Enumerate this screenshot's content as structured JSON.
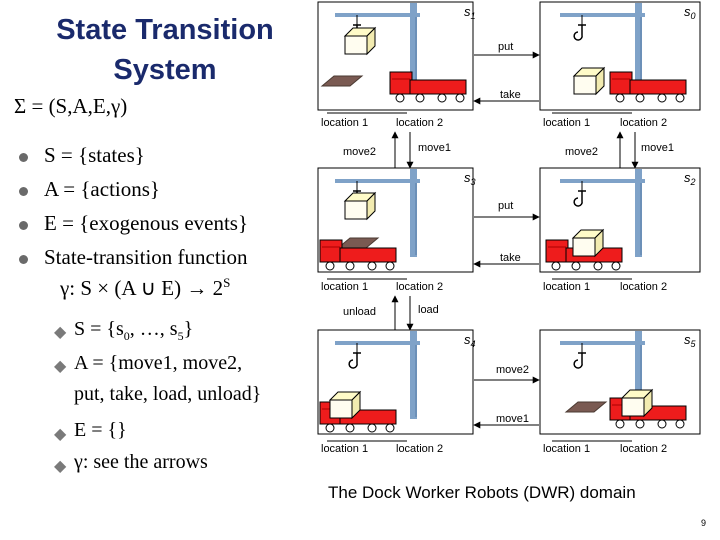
{
  "slide": {
    "title": "State Transition System",
    "sigma": "Σ = (S,A,E,γ)",
    "bullets": [
      "S = {states}",
      "A = {actions}",
      "E = {exogenous events}",
      "State-transition function"
    ],
    "gamma": "γ: S × (A ∪ E) → 2",
    "gamma_sup": "S",
    "sub_s": "S = {s",
    "sub_s_0": "0",
    "sub_s_mid": ", …, s",
    "sub_s_5": "5",
    "sub_s_end": "}",
    "sub_a1": "A = {move1, move2,",
    "sub_a2": "put, take, load, unload}",
    "sub_e": "E = {}",
    "sub_g": "γ: see the arrows",
    "caption": "The Dock Worker Robots (DWR) domain",
    "page_number": "9"
  },
  "diagram": {
    "location_1": "location 1",
    "location_2": "location 2",
    "states": [
      "s",
      "s",
      "s",
      "s",
      "s",
      "s"
    ],
    "state_subscripts": [
      "1",
      "0",
      "3",
      "2",
      "4",
      "5"
    ],
    "actions": {
      "put": "put",
      "take": "take",
      "move2": "move2",
      "move1": "move1",
      "unload": "unload",
      "load": "load"
    },
    "colors": {
      "title": "#1a2a6c",
      "crane": "#7fa2c8",
      "robot": "#ee1c1c",
      "container_top": "#fffbc8",
      "pile": "#7a5a52"
    }
  }
}
